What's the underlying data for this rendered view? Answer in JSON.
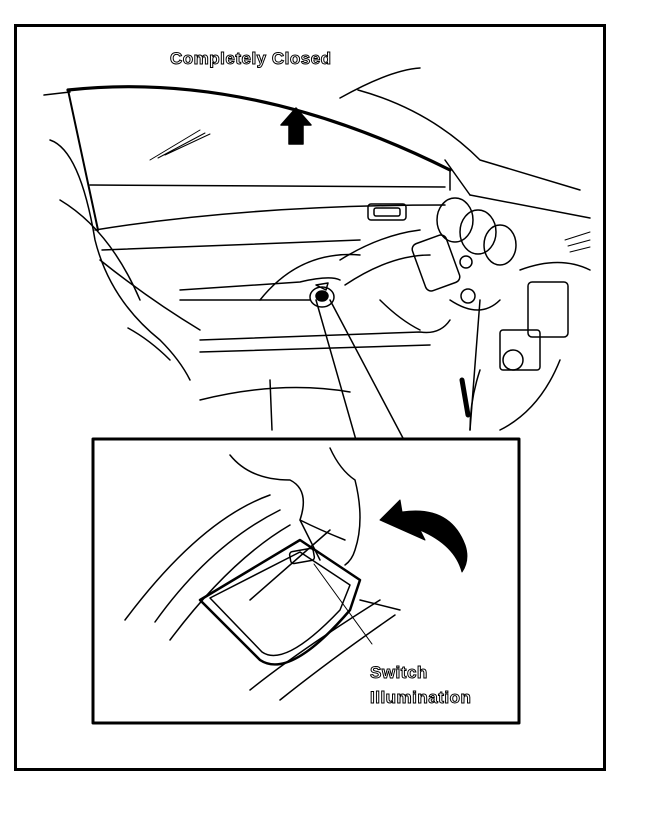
{
  "labels": {
    "window_state": "Completely Closed",
    "callout_line1": "Switch",
    "callout_line2": "Illumination"
  },
  "colors": {
    "line": "#000000",
    "background": "#ffffff",
    "label_fill": "#ffffff"
  },
  "icons": {
    "up_arrow": "arrow-up-icon",
    "rotate_arrow": "curved-arrow-icon"
  }
}
